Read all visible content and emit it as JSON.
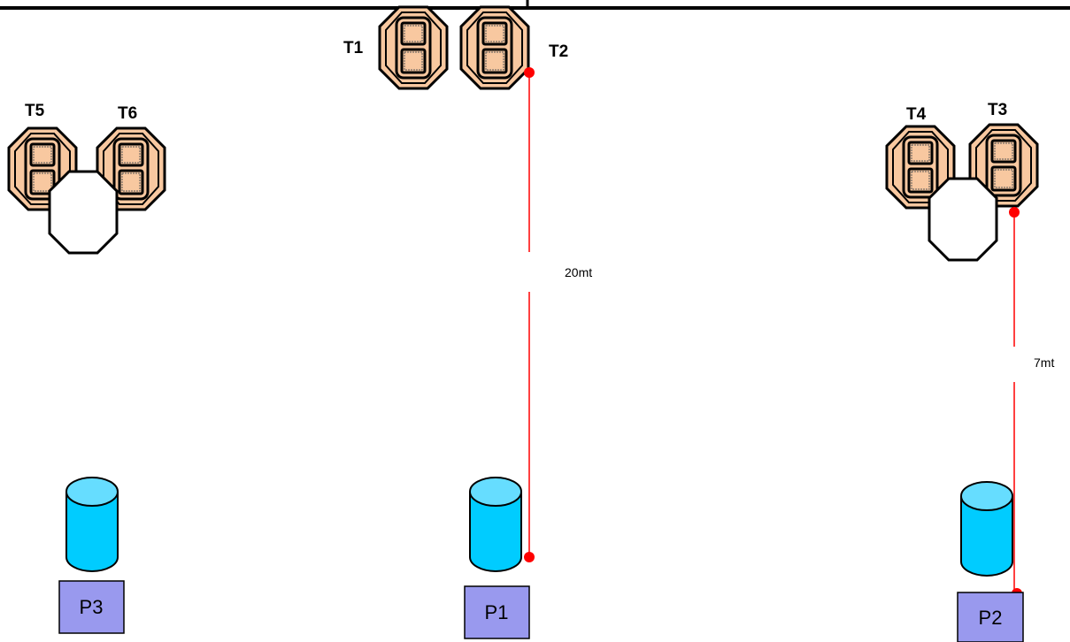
{
  "diagram": {
    "tables": [
      {
        "id": "t1",
        "label": "T1"
      },
      {
        "id": "t2",
        "label": "T2"
      },
      {
        "id": "t3",
        "label": "T3"
      },
      {
        "id": "t4",
        "label": "T4"
      },
      {
        "id": "t5",
        "label": "T5"
      },
      {
        "id": "t6",
        "label": "T6"
      }
    ],
    "posts": [
      {
        "id": "p1",
        "label": "P1"
      },
      {
        "id": "p2",
        "label": "P2"
      },
      {
        "id": "p3",
        "label": "P3"
      }
    ],
    "distances": [
      {
        "id": "d1",
        "label": "20mt",
        "from": "T2",
        "to": "P1"
      },
      {
        "id": "d2",
        "label": "7mt",
        "from": "T3",
        "to": "P2"
      }
    ],
    "colors": {
      "table_fill": "#f8c8a0",
      "post_fill": "#00ccff",
      "post_label_fill": "#9999ee",
      "measure_line": "#ff0000"
    }
  }
}
